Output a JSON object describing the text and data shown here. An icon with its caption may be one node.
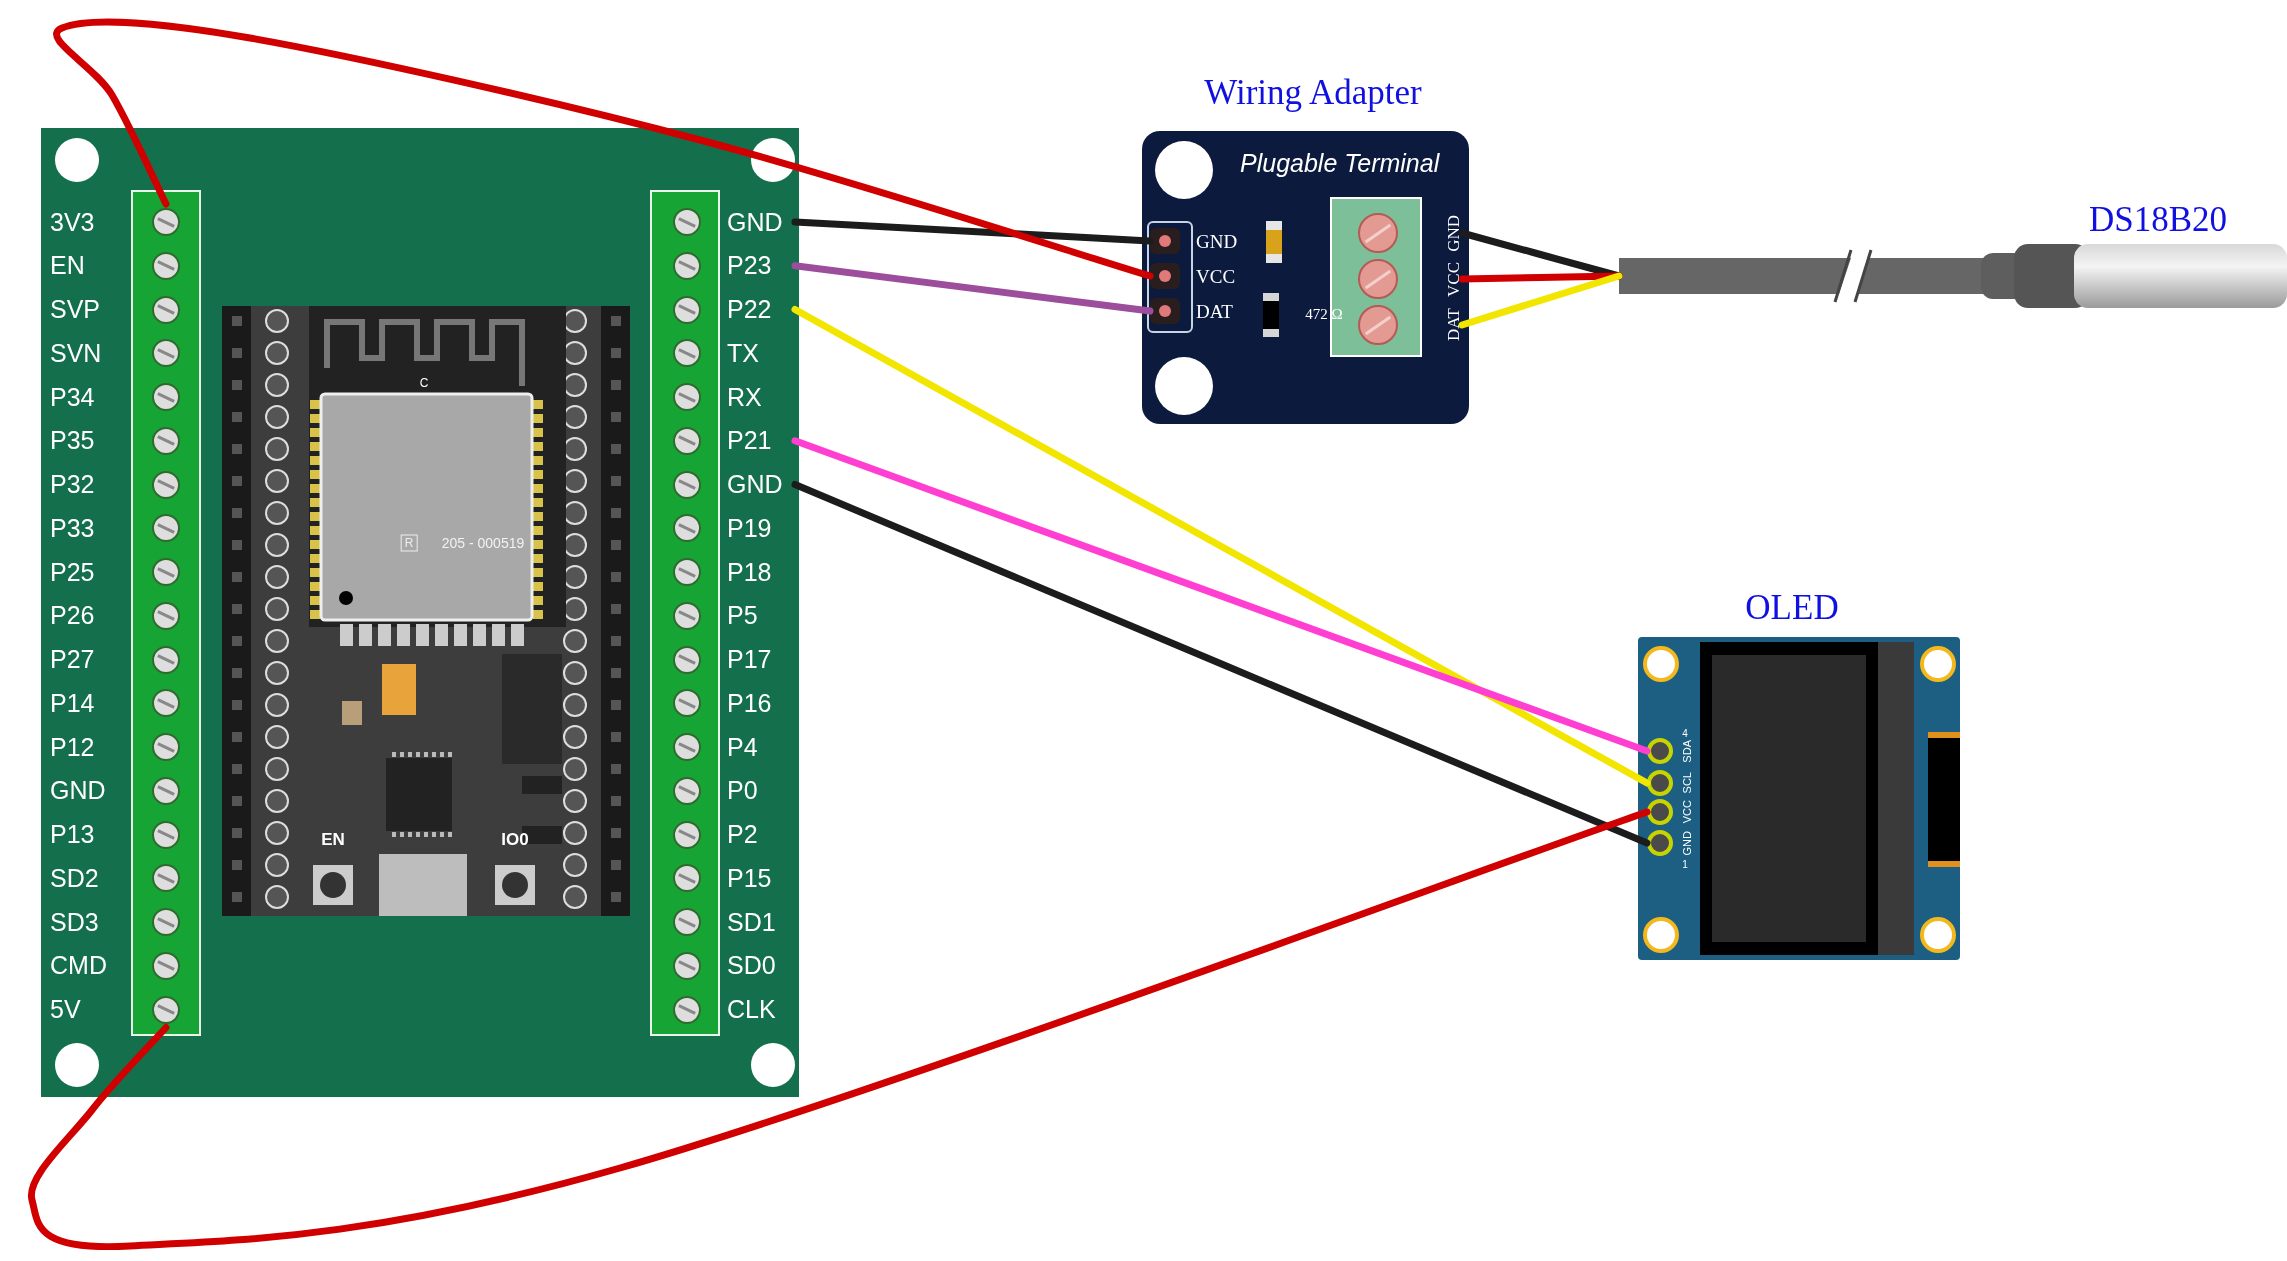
{
  "diagram": {
    "nodes": [
      {
        "text": [],
        "shape": "picture"
      },
      {
        "text": [
          "3V3"
        ],
        "in": 0
      },
      {
        "text": [
          "EN"
        ],
        "in": 0
      },
      {
        "text": [
          "SVP"
        ],
        "in": 0
      },
      {
        "text": [
          "SVN"
        ],
        "in": 0
      },
      {
        "text": [
          "P34"
        ],
        "in": 0
      },
      {
        "text": [
          "P35"
        ],
        "in": 0
      },
      {
        "text": [
          "P32"
        ],
        "in": 0
      },
      {
        "text": [
          "P33"
        ],
        "in": 0
      },
      {
        "text": [
          "P25"
        ],
        "in": 0
      },
      {
        "text": [
          "P26"
        ],
        "in": 0
      },
      {
        "text": [
          "P27"
        ],
        "in": 0
      },
      {
        "text": [
          "P14"
        ],
        "in": 0
      },
      {
        "text": [
          "P12"
        ],
        "in": 0
      },
      {
        "text": [
          "GND"
        ],
        "in": 0
      },
      {
        "text": [
          "P13"
        ],
        "in": 0
      },
      {
        "text": [
          "SD2"
        ],
        "in": 0
      },
      {
        "text": [
          "SD3"
        ],
        "in": 0
      },
      {
        "text": [
          "CMD"
        ],
        "in": 0
      },
      {
        "text": [
          "5V"
        ],
        "in": 0
      },
      {
        "text": [
          "GND"
        ],
        "in": 0
      },
      {
        "text": [
          "P23"
        ],
        "in": 0
      },
      {
        "text": [
          "P22"
        ],
        "in": 0
      },
      {
        "text": [
          "TX"
        ],
        "in": 0
      },
      {
        "text": [
          "RX"
        ],
        "in": 0
      },
      {
        "text": [
          "P21"
        ],
        "in": 0
      },
      {
        "text": [
          "GND"
        ],
        "in": 0
      },
      {
        "text": [
          "P19"
        ],
        "in": 0
      },
      {
        "text": [
          "P18"
        ],
        "in": 0
      },
      {
        "text": [
          "P5"
        ],
        "in": 0
      },
      {
        "text": [
          "P17"
        ],
        "in": 0
      },
      {
        "text": [
          "P16"
        ],
        "in": 0
      },
      {
        "text": [
          "P4"
        ],
        "in": 0
      },
      {
        "text": [
          "P0"
        ],
        "in": 0
      },
      {
        "text": [
          "P2"
        ],
        "in": 0
      },
      {
        "text": [
          "P15"
        ],
        "in": 0
      },
      {
        "text": [
          "SD1"
        ],
        "in": 0
      },
      {
        "text": [
          "SD0"
        ],
        "in": 0
      },
      {
        "text": [
          "CLK"
        ],
        "in": 0
      },
      {
        "text": [
          "Plugable Terminal"
        ],
        "beside": [
          "Wiring Adapter"
        ]
      },
      {
        "text": [
          "GND"
        ],
        "in": 39
      },
      {
        "text": [
          "VCC"
        ],
        "in": 39
      },
      {
        "text": [
          "DAT"
        ],
        "in": 39
      },
      {
        "text": [
          "GND"
        ],
        "in": 39
      },
      {
        "text": [
          "VCC"
        ],
        "in": 39
      },
      {
        "text": [
          "DAT"
        ],
        "in": 39
      },
      {
        "text": [],
        "shape": "picture",
        "beside": [
          "DS18B20"
        ]
      },
      {
        "text": [],
        "shape": "picture",
        "beside": [
          "OLED"
        ]
      },
      {
        "text": [
          "SDA"
        ],
        "in": 47
      },
      {
        "text": [
          "SCL"
        ],
        "in": 47
      },
      {
        "text": [
          "VCC"
        ],
        "in": 47
      },
      {
        "text": [
          "GND"
        ],
        "in": 47
      }
    ],
    "edges": [
      {
        "from": 20,
        "to": 40,
        "arrow": "none",
        "color": "#1c1c1c"
      },
      {
        "from": 21,
        "to": 42,
        "arrow": "none",
        "color": "#9c4d9c"
      },
      {
        "from": 1,
        "to": 41,
        "arrow": "none",
        "color": "#d10000"
      },
      {
        "from": 22,
        "to": 49,
        "arrow": "none",
        "color": "#f2e600"
      },
      {
        "from": 25,
        "to": 48,
        "arrow": "none",
        "color": "#ff3fd2"
      },
      {
        "from": 26,
        "to": 51,
        "arrow": "none",
        "color": "#1c1c1c"
      },
      {
        "from": 19,
        "to": 50,
        "arrow": "none",
        "color": "#d10000"
      },
      {
        "from": 43,
        "to": 46,
        "arrow": "none",
        "color": "#1c1c1c"
      },
      {
        "from": 44,
        "to": 46,
        "arrow": "none",
        "color": "#d10000"
      },
      {
        "from": 45,
        "to": 46,
        "arrow": "none",
        "color": "#f2e600"
      }
    ],
    "labels": [
      "C",
      "R",
      "205 - 000519",
      "EN",
      "IO0",
      "472 Ω",
      "4",
      "1"
    ]
  }
}
